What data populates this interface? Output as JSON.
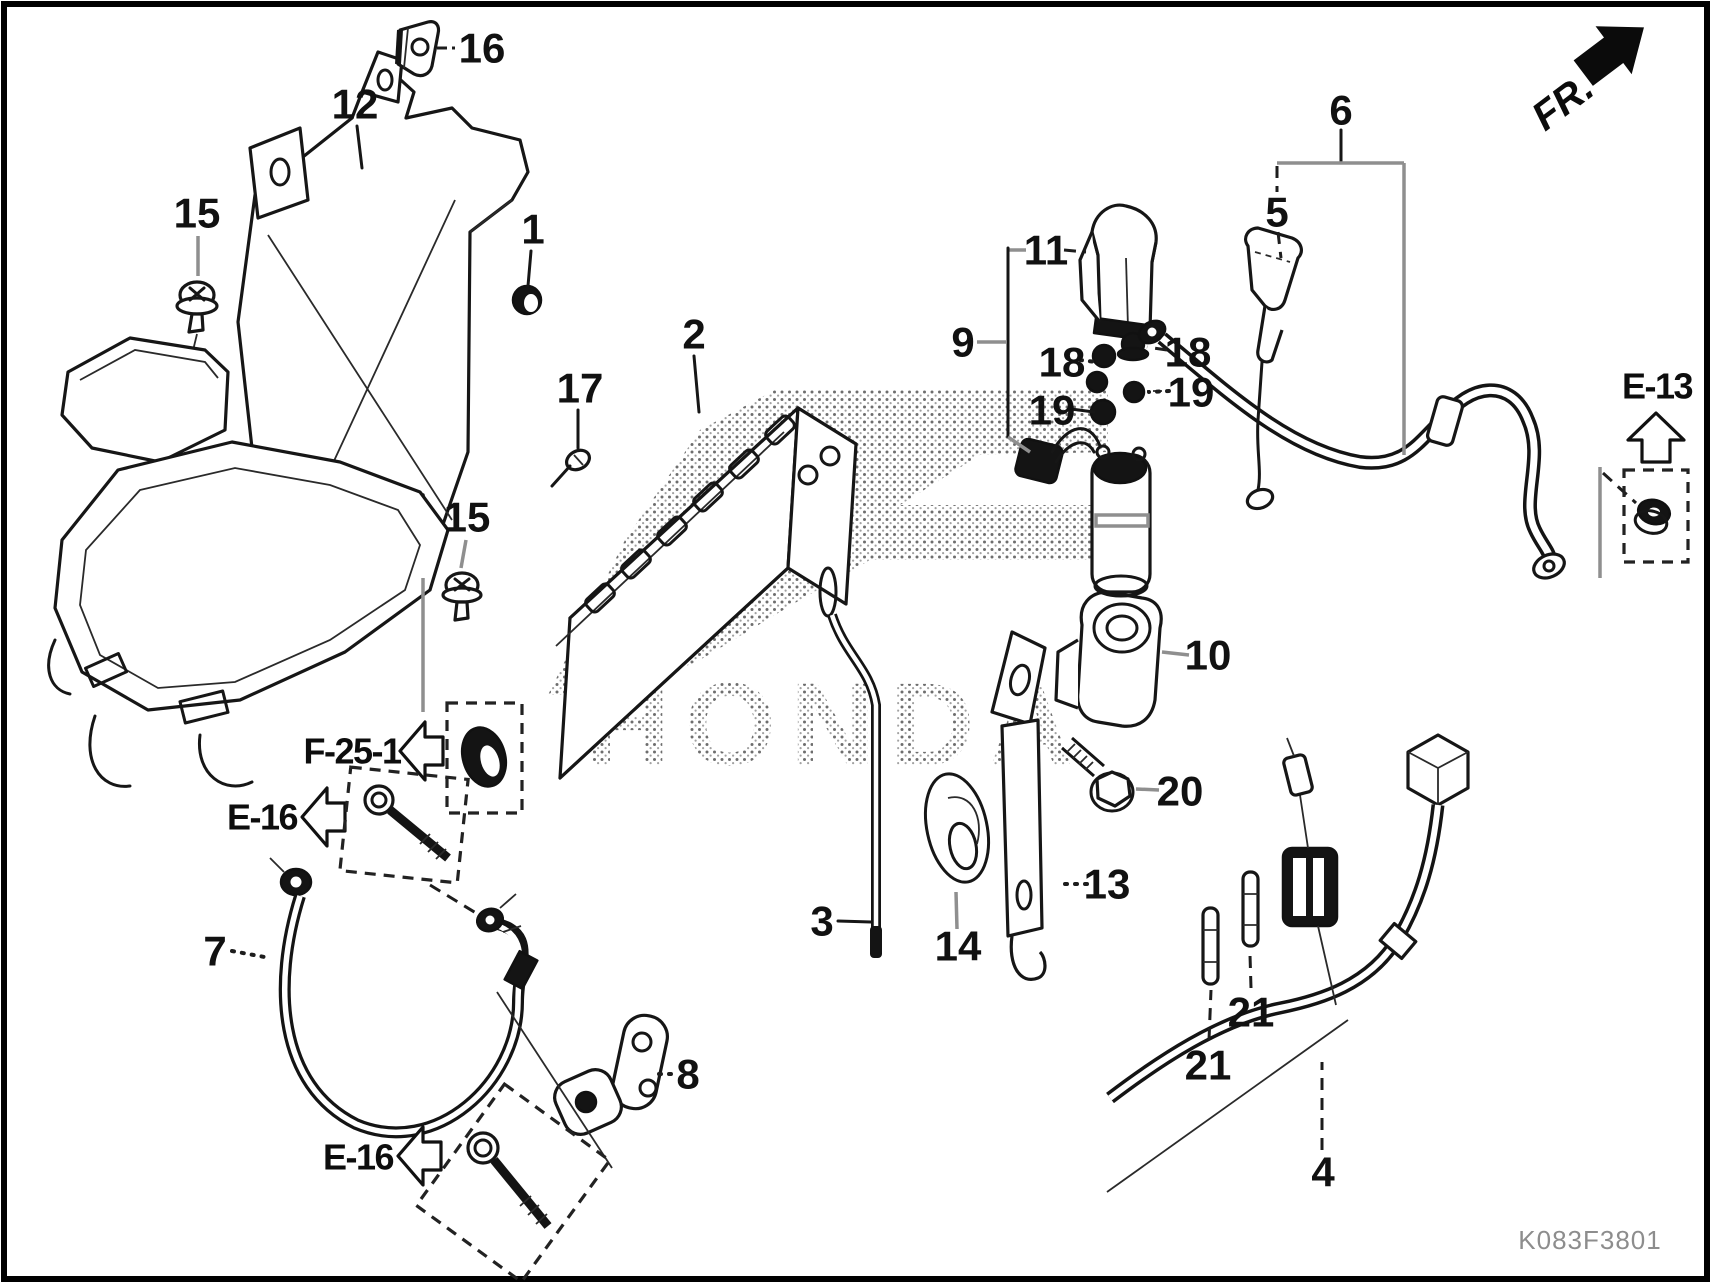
{
  "diagram": {
    "code": "K083F3801",
    "front_marker": "FR.",
    "watermark": "HONDA",
    "callouts": {
      "c1": "1",
      "c2": "2",
      "c3": "3",
      "c4": "4",
      "c5": "5",
      "c6": "6",
      "c7": "7",
      "c8": "8",
      "c9": "9",
      "c10": "10",
      "c11": "11",
      "c12": "12",
      "c13": "13",
      "c14": "14",
      "c15a": "15",
      "c15b": "15",
      "c16": "16",
      "c17": "17",
      "c18a": "18",
      "c18b": "18",
      "c19a": "19",
      "c19b": "19",
      "c20": "20",
      "c21a": "21",
      "c21b": "21"
    },
    "refs": {
      "e13": "E-13",
      "f25_1": "F-25-1",
      "e16_upper": "E-16",
      "e16_lower": "E-16"
    }
  }
}
